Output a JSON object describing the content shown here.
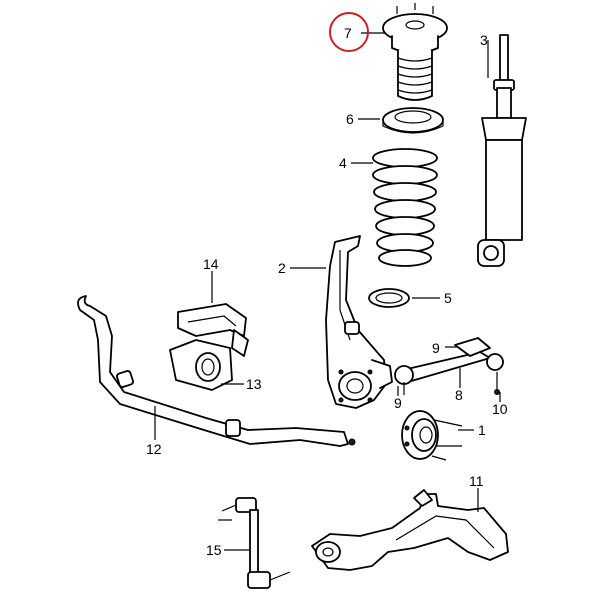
{
  "callouts": {
    "c1": "1",
    "c2": "2",
    "c3": "3",
    "c4": "4",
    "c5": "5",
    "c6": "6",
    "c7": "7",
    "c8": "8",
    "c9a": "9",
    "c9b": "9",
    "c10": "10",
    "c11": "11",
    "c12": "12",
    "c13": "13",
    "c14": "14",
    "c15": "15"
  },
  "highlight": {
    "callout": "7",
    "color": "#cc2020"
  },
  "colors": {
    "line": "#000000",
    "background": "#ffffff"
  }
}
